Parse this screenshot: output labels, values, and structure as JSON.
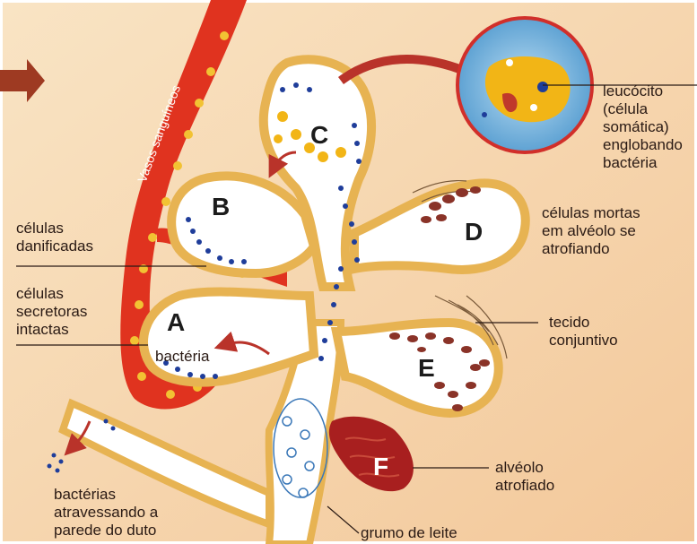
{
  "colors": {
    "background": "#f7d9b0",
    "vessel": "#e0331f",
    "cell_wall": "#e7b352",
    "lumen": "#ffffff",
    "bacteria": "#1f3d9a",
    "dead_cells": "#8a3328",
    "atrophied": "#a81f1f",
    "leukocyte_bg": "#8fc3e6",
    "leukocyte_cell": "#f2b516"
  },
  "labels": {
    "vasos": "Vasos sanguíneos",
    "celulas_danificadas": [
      "células",
      "danificadas"
    ],
    "celulas_secretoras": [
      "células",
      "secretoras",
      "intactas"
    ],
    "bacteria": "bactéria",
    "leucocito": [
      "leucócito",
      "(célula",
      "somática)",
      "englobando",
      "bactéria"
    ],
    "celulas_mortas": [
      "células mortas",
      "em alvéolo se",
      "atrofiando"
    ],
    "tecido": [
      "tecido",
      "conjuntivo"
    ],
    "alveolo_atrofiado": [
      "alvéolo",
      "atrofiado"
    ],
    "bacterias_atravessando": [
      "bactérias",
      "atravessando a",
      "parede do duto"
    ],
    "grumo": "grumo de leite"
  },
  "alveoli": {
    "a": "A",
    "b": "B",
    "c": "C",
    "d": "D",
    "e": "E",
    "f": "F"
  }
}
